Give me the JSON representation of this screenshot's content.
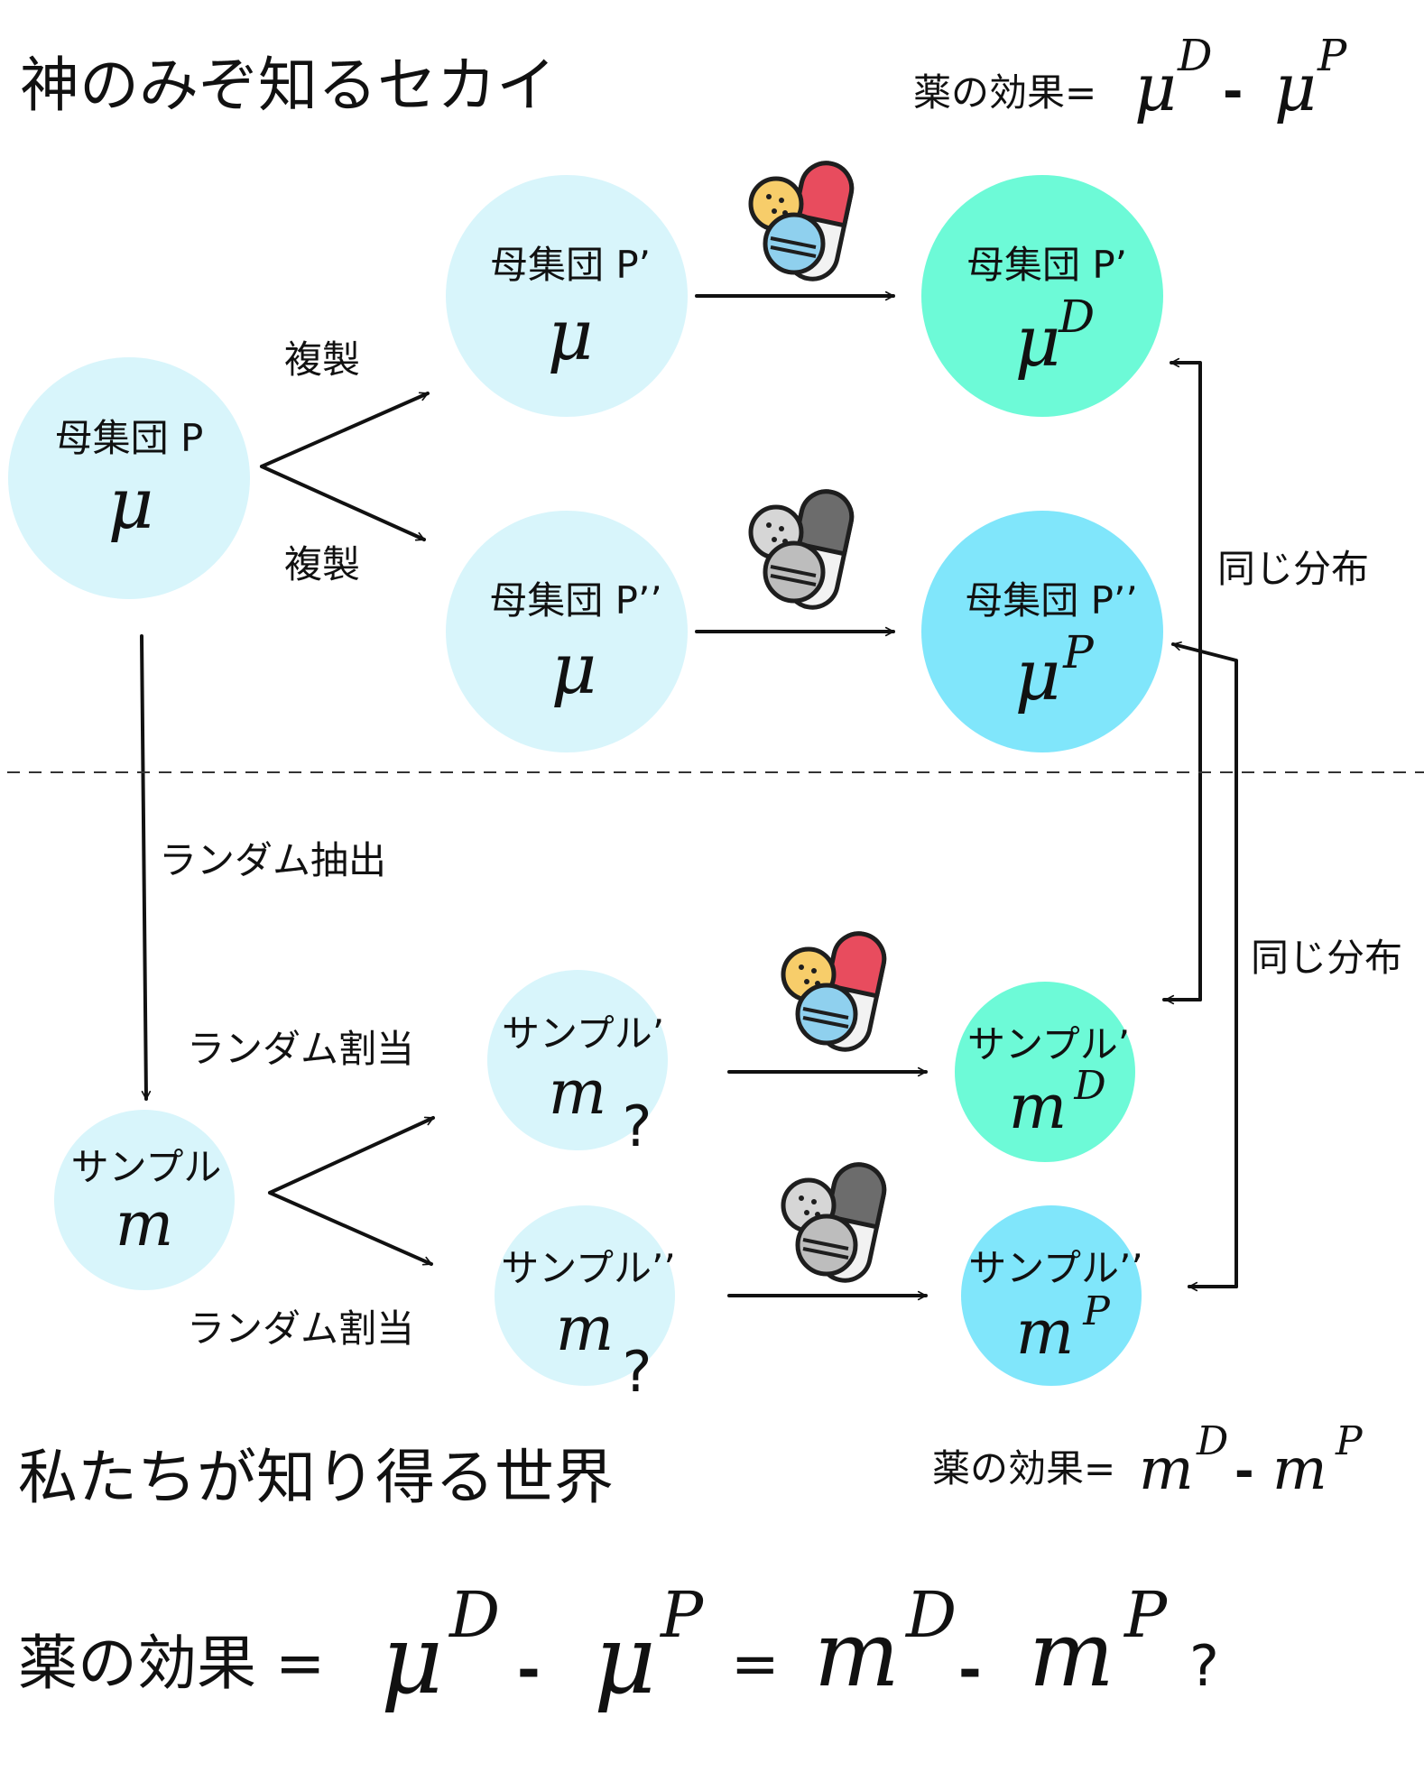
{
  "titles": {
    "god_world": "神のみぞ知るセカイ",
    "our_world": "私たちが知り得る世界"
  },
  "labels": {
    "effect_prefix": "薬の効果=",
    "duplicate": "複製",
    "random_extract": "ランダム抽出",
    "random_assign": "ランダム割当",
    "same_distribution": "同じ分布",
    "question": "?"
  },
  "nodes": {
    "population": {
      "name": "母集団 P",
      "symbol": "μ",
      "sup": ""
    },
    "population_p1": {
      "name": "母集団 P’",
      "symbol": "μ",
      "sup": ""
    },
    "population_p2": {
      "name": "母集団 P’’",
      "symbol": "μ",
      "sup": ""
    },
    "population_p1_drug": {
      "name": "母集団 P’",
      "symbol": "μ",
      "sup": "D"
    },
    "population_p2_placebo": {
      "name": "母集団 P’’",
      "symbol": "μ",
      "sup": "P"
    },
    "sample": {
      "name": "サンプル",
      "symbol": "m",
      "sup": ""
    },
    "sample_s1": {
      "name": "サンプル’",
      "symbol": "m",
      "sup": ""
    },
    "sample_s2": {
      "name": "サンプル’’",
      "symbol": "m",
      "sup": ""
    },
    "sample_s1_drug": {
      "name": "サンプル’",
      "symbol": "m",
      "sup": "D"
    },
    "sample_s2_placebo": {
      "name": "サンプル’’",
      "symbol": "m",
      "sup": "P"
    }
  },
  "formulas": {
    "top": {
      "mu": "μ",
      "D": "D",
      "minus": "-",
      "P": "P"
    },
    "middle": {
      "m": "m",
      "D": "D",
      "minus": "-",
      "P": "P"
    },
    "bottom": {
      "prefix": "薬の効果 =",
      "mu": "μ",
      "D": "D",
      "minus": "-",
      "P": "P",
      "equals": "=",
      "m": "m",
      "question": "?"
    }
  },
  "icons": {
    "drug": "colored-pills-icon",
    "placebo": "gray-pills-icon"
  },
  "colors": {
    "light_circle": "#d8f5fb",
    "drug_circle": "#6dfad7",
    "placebo_circle": "#80e6fb",
    "pill_red": "#e84c5e",
    "pill_white": "#f2f2f2",
    "pill_yellow": "#f7cd6a",
    "pill_blue": "#8fd0ee",
    "pill_gray_dark": "#6c6c6c",
    "pill_gray_light": "#d6d6d6"
  }
}
